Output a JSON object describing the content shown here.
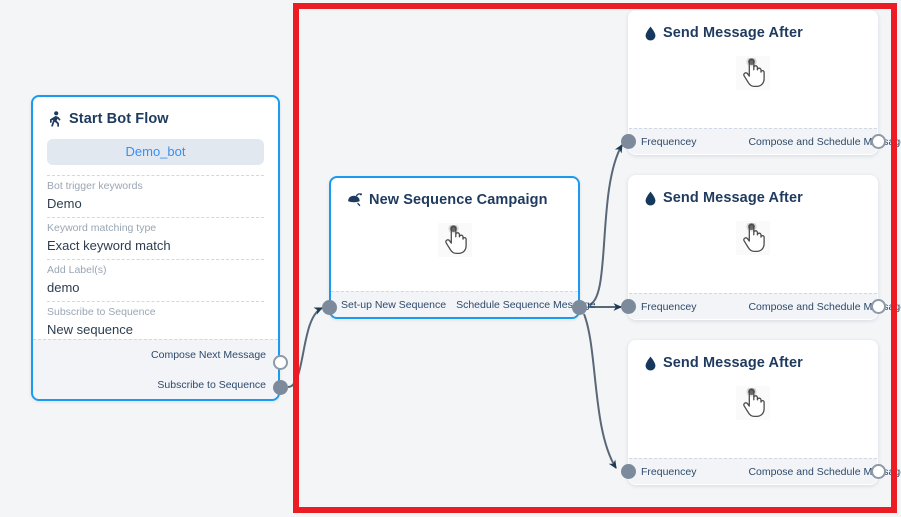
{
  "canvas": {
    "background_color": "#f4f5f7",
    "annotation_rect_color": "#ec1c24"
  },
  "nodes": {
    "start_bot_flow": {
      "title": "Start Bot Flow",
      "icon": "running-person-icon",
      "bot_pill": "Demo_bot",
      "fields": [
        {
          "label": "Bot trigger keywords",
          "value": "Demo"
        },
        {
          "label": "Keyword matching type",
          "value": "Exact keyword match"
        },
        {
          "label": "Add Label(s)",
          "value": "demo"
        },
        {
          "label": "Subscribe to Sequence",
          "value": "New sequence"
        }
      ],
      "outputs": [
        {
          "label": "Compose Next Message",
          "port": "hollow"
        },
        {
          "label": "Subscribe to Sequence",
          "port": "filled"
        }
      ]
    },
    "new_sequence_campaign": {
      "title": "New Sequence Campaign",
      "icon": "megaphone-icon",
      "body_icon": "pointing-hand-cursor-icon",
      "input_label": "Set-up New Sequence",
      "output_label": "Schedule Sequence Message"
    },
    "send_message_cards": [
      {
        "title": "Send Message After",
        "icon": "droplet-icon",
        "body_icon": "pointing-hand-cursor-icon",
        "input_label": "Frequencey",
        "output_label": "Compose and Schedule Message"
      },
      {
        "title": "Send Message After",
        "icon": "droplet-icon",
        "body_icon": "pointing-hand-cursor-icon",
        "input_label": "Frequencey",
        "output_label": "Compose and Schedule Message"
      },
      {
        "title": "Send Message After",
        "icon": "droplet-icon",
        "body_icon": "pointing-hand-cursor-icon",
        "input_label": "Frequencey",
        "output_label": "Compose and Schedule Message"
      }
    ]
  },
  "colors": {
    "node_selected_border": "#1a9bf0",
    "title_text": "#1f3a5f",
    "pill_bg": "#e2e8ef",
    "pill_text": "#3c8ef0",
    "port_filled": "#7c8a9c",
    "edge": "#5a6777",
    "droplet": "#15385c"
  }
}
